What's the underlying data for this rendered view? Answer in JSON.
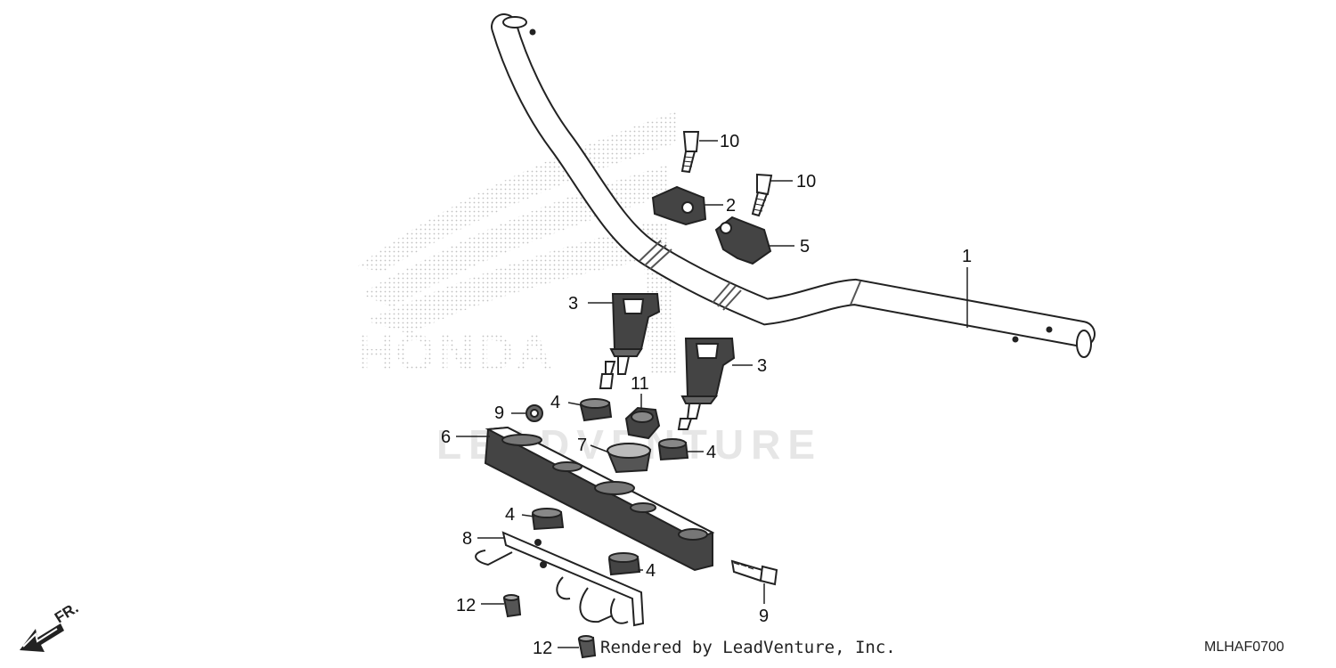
{
  "diagram": {
    "watermark_text": "LEADVENTURE",
    "credit": "Rendered by LeadVenture, Inc.",
    "diagram_code": "MLHAF0700",
    "direction_marker": "FR.",
    "callouts": {
      "handlebar": "1",
      "upper_holder_a": "2",
      "riser_left": "3",
      "riser_right": "3",
      "bushing_a": "4",
      "bushing_b": "4",
      "bushing_c": "4",
      "bushing_d": "4",
      "upper_holder_b": "5",
      "bridge_plate": "6",
      "collar": "7",
      "bracket": "8",
      "bolt_small": "9",
      "bolt_bottom": "9",
      "bolt_top_left": "10",
      "bolt_top_right": "10",
      "nut": "11",
      "grommet_a": "12",
      "grommet_b": "12"
    }
  }
}
